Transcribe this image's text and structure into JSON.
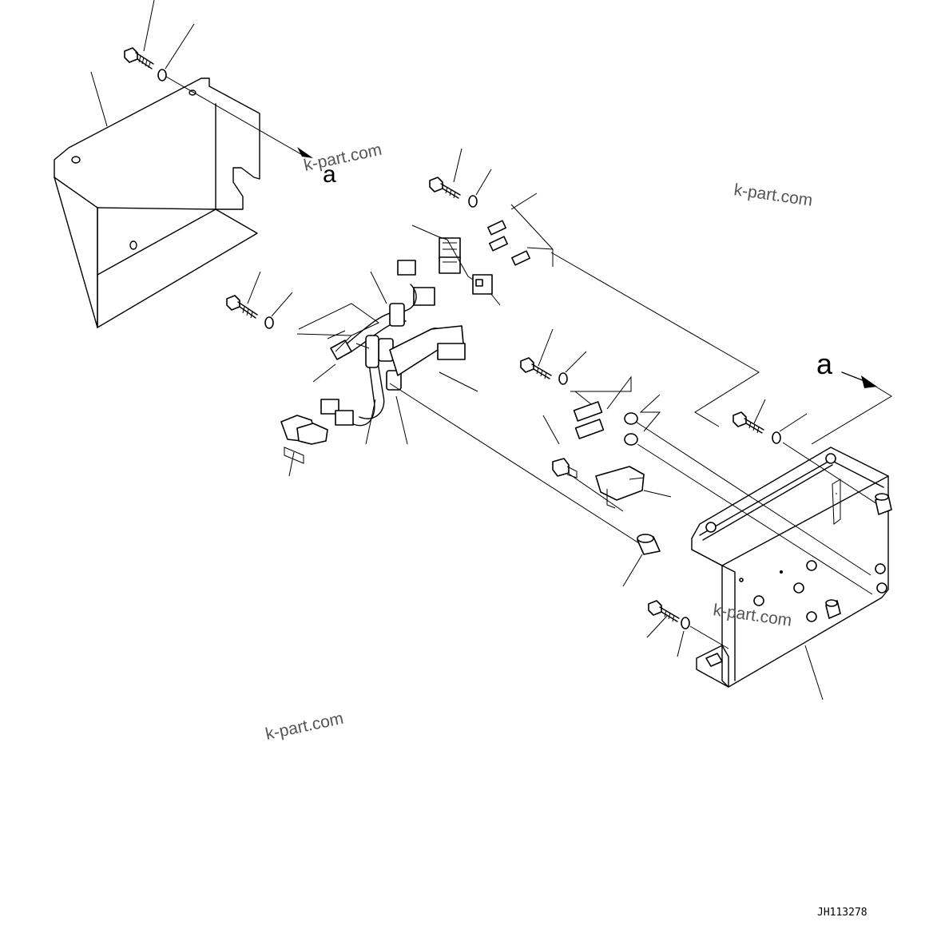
{
  "diagram": {
    "drawing_number": "JH113278",
    "view_marker_label": "a",
    "watermark_text": "k-part.com"
  }
}
